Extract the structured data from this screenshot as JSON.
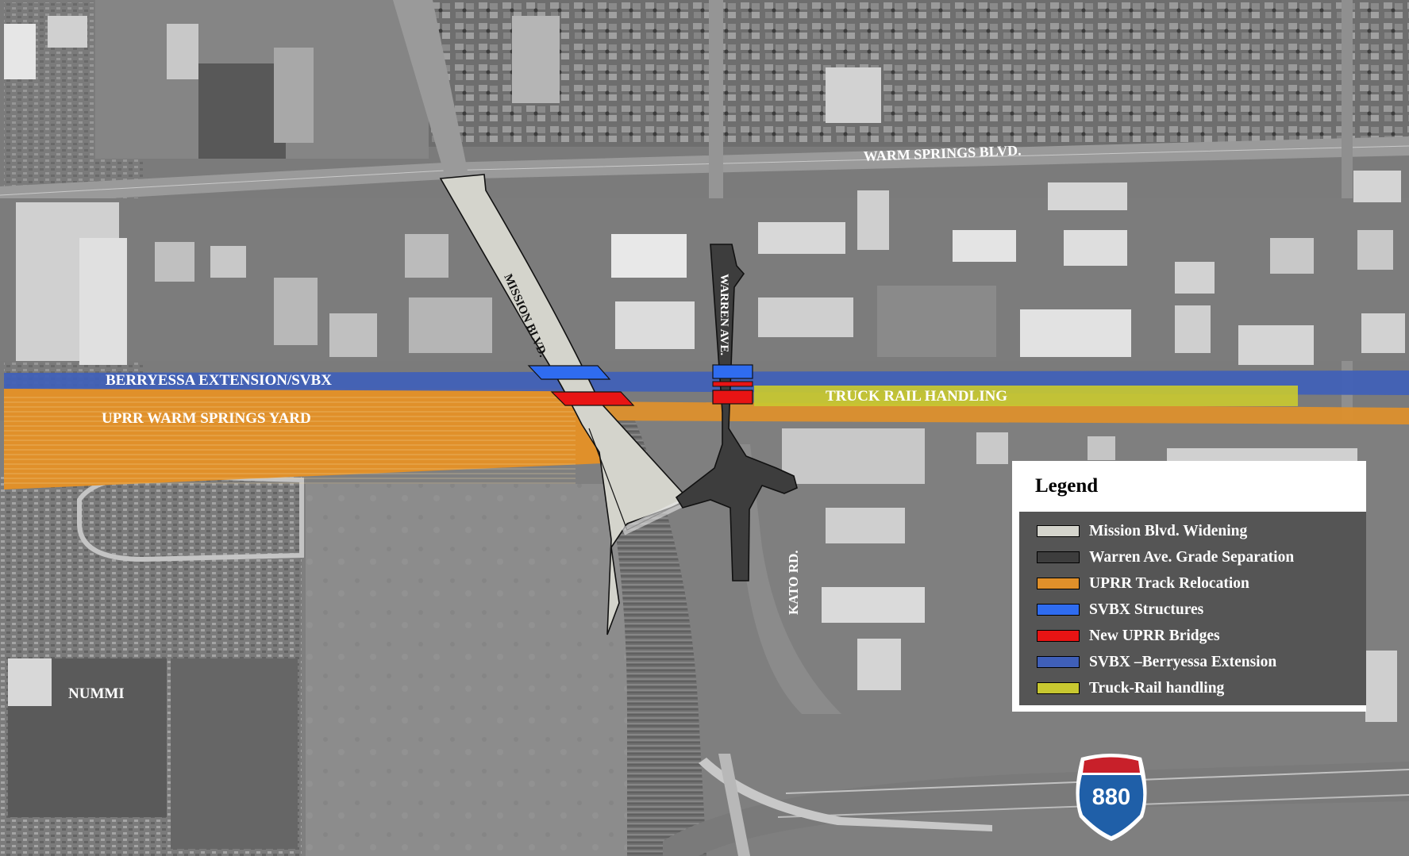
{
  "labels": {
    "warm_springs_blvd": "WARM  SPRINGS BLVD.",
    "mission_blvd": "MISSION BLVD.",
    "warren_ave": "WARREN AVE.",
    "berryessa": "BERRYESSA EXTENSION/SVBX",
    "truck_rail": "TRUCK RAIL HANDLING",
    "uprr_yard": "UPRR WARM  SPRINGS YARD",
    "kato_rd": "KATO RD.",
    "nummi": "NUMMI",
    "interstate": "880"
  },
  "legend": {
    "title": "Legend",
    "items": [
      {
        "label": "Mission Blvd. Widening",
        "color": "#d4d4cc"
      },
      {
        "label": "Warren Ave. Grade Separation",
        "color": "#3d3d3d"
      },
      {
        "label": "UPRR Track Relocation",
        "color": "#e0902a"
      },
      {
        "label": "SVBX Structures",
        "color": "#2f6cf0"
      },
      {
        "label": "New UPRR Bridges",
        "color": "#e81414"
      },
      {
        "label": "SVBX –Berryessa Extension",
        "color": "#3f5fb8"
      },
      {
        "label": "Truck-Rail handling",
        "color": "#c8c830"
      }
    ]
  },
  "colors": {
    "mission_widening": "#d4d4cc",
    "warren_separation": "#3d3d3d",
    "uprr_relocation": "#e0902a",
    "svbx_structures": "#2f6cf0",
    "new_uprr_bridges": "#e81414",
    "berryessa_extension": "#3f5fb8",
    "truck_rail": "#c8c830",
    "shield_blue": "#1f5fa8",
    "shield_red": "#c8202a"
  }
}
